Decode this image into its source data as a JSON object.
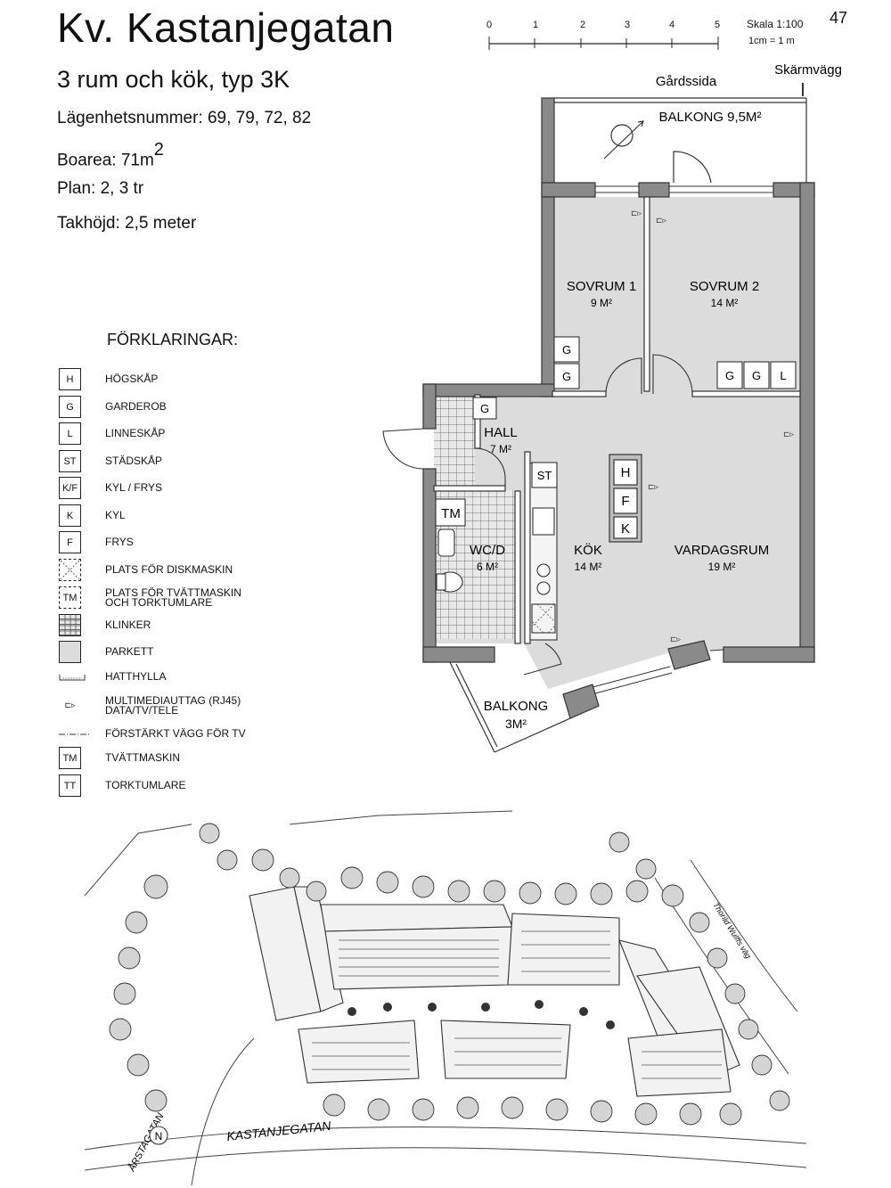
{
  "header": {
    "title": "Kv. Kastanjegatan",
    "subtitle": "3 rum och kök, typ 3K",
    "page_number": "47"
  },
  "info": [
    "Lägenhetsnummer: 69, 79, 72, 82",
    "Boarea: 71m",
    "Plan: 2, 3 tr",
    "Takhöjd: 2,5 meter"
  ],
  "boarea_superscript": "2",
  "scale": {
    "ticks": [
      "0",
      "1",
      "2",
      "3",
      "4",
      "5"
    ],
    "label": "Skala 1:100",
    "unit": "1cm = 1 m"
  },
  "plan": {
    "courtyard_side": "Gårdssida",
    "screen_wall": "Skärmvägg",
    "rooms": [
      {
        "name": "BALKONG 9,5M²",
        "area": ""
      },
      {
        "name": "SOVRUM 1",
        "area": "9 M²"
      },
      {
        "name": "SOVRUM 2",
        "area": "14 M²"
      },
      {
        "name": "HALL",
        "area": "7 M²"
      },
      {
        "name": "WC/D",
        "area": "6 M²"
      },
      {
        "name": "KÖK",
        "area": "14 M²"
      },
      {
        "name": "VARDAGSRUM",
        "area": "19 M²"
      },
      {
        "name": "BALKONG",
        "area": "3M²"
      }
    ],
    "fixtures": {
      "g": "G",
      "l": "L",
      "h": "H",
      "f": "F",
      "k": "K",
      "st": "ST",
      "tm": "TM"
    }
  },
  "legend": {
    "title": "FÖRKLARINGAR:",
    "items": [
      {
        "symbol": "H",
        "label": "HÖGSKÅP"
      },
      {
        "symbol": "G",
        "label": "GARDEROB"
      },
      {
        "symbol": "L",
        "label": "LINNESKÅP"
      },
      {
        "symbol": "ST",
        "label": "STÄDSKÅP"
      },
      {
        "symbol": "K/F",
        "label": "KYL / FRYS"
      },
      {
        "symbol": "K",
        "label": "KYL"
      },
      {
        "symbol": "F",
        "label": "FRYS"
      },
      {
        "symbol": "",
        "label": "PLATS FÖR DISKMASKIN"
      },
      {
        "symbol": "TM",
        "label": "PLATS FÖR TVÄTTMASKIN\nOCH TORKTUMLARE"
      },
      {
        "symbol": "",
        "label": "KLINKER"
      },
      {
        "symbol": "",
        "label": "PARKETT"
      },
      {
        "symbol": "",
        "label": "HATTHYLLA"
      },
      {
        "symbol": "",
        "label": "MULTIMEDIAUTTAG (RJ45)\nDATA/TV/TELE"
      },
      {
        "symbol": "",
        "label": "FÖRSTÄRKT VÄGG FÖR TV"
      },
      {
        "symbol": "TM",
        "label": "TVÄTTMASKIN"
      },
      {
        "symbol": "TT",
        "label": "TORKTUMLARE"
      }
    ]
  },
  "site": {
    "street_main": "KASTANJEGATAN",
    "street_left": "ÅRSTAGATAN",
    "street_right": "Thorild Wulffs väg",
    "north": "N"
  }
}
